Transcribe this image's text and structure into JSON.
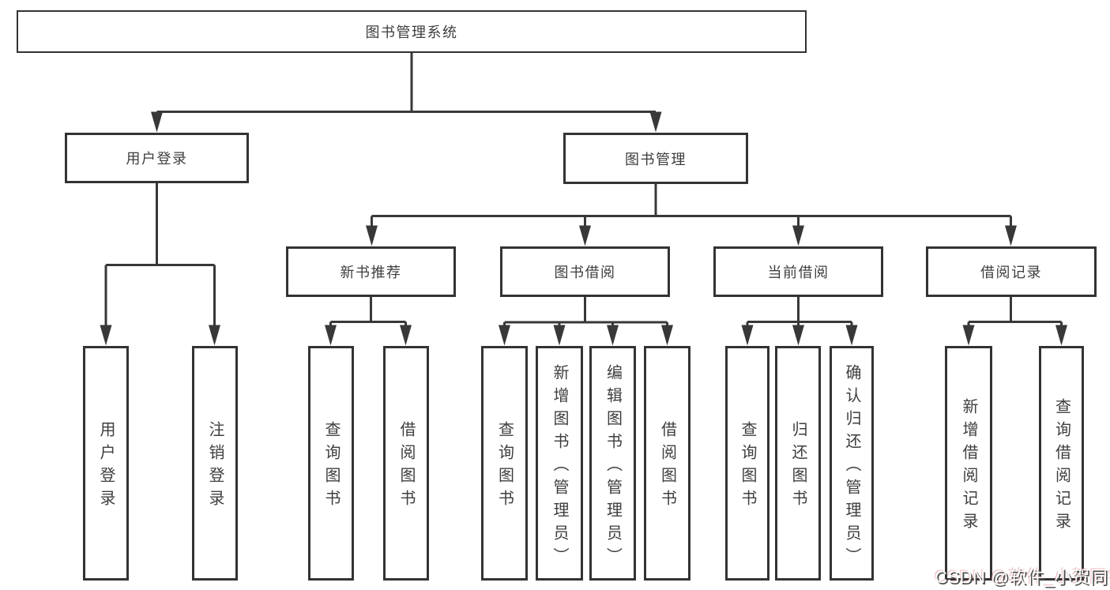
{
  "diagram": {
    "root": {
      "label": "图书管理系统"
    },
    "branches": [
      {
        "label": "用户登录",
        "children": [
          {
            "label": "用户登录"
          },
          {
            "label": "注销登录"
          }
        ]
      },
      {
        "label": "图书管理",
        "children": [
          {
            "label": "新书推荐",
            "children": [
              {
                "label": "查询图书"
              },
              {
                "label": "借阅图书"
              }
            ]
          },
          {
            "label": "图书借阅",
            "children": [
              {
                "label": "查询图书"
              },
              {
                "label": "新增图书（管理员）"
              },
              {
                "label": "编辑图书（管理员）"
              },
              {
                "label": "借阅图书"
              }
            ]
          },
          {
            "label": "当前借阅",
            "children": [
              {
                "label": "查询图书"
              },
              {
                "label": "归还图书"
              },
              {
                "label": "确认归还（管理员）"
              }
            ]
          },
          {
            "label": "借阅记录",
            "children": [
              {
                "label": "新增借阅记录"
              },
              {
                "label": "查询借阅记录"
              }
            ]
          }
        ]
      }
    ]
  },
  "watermark": {
    "text": "CSDN @软件_小贺同学"
  },
  "colors": {
    "line": "#383838",
    "box_border": "#333333",
    "text": "#3e3e3e",
    "background": "#ffffff",
    "watermark_fill": "#fdfdfd",
    "watermark_shadow": "#4d4d4d"
  }
}
